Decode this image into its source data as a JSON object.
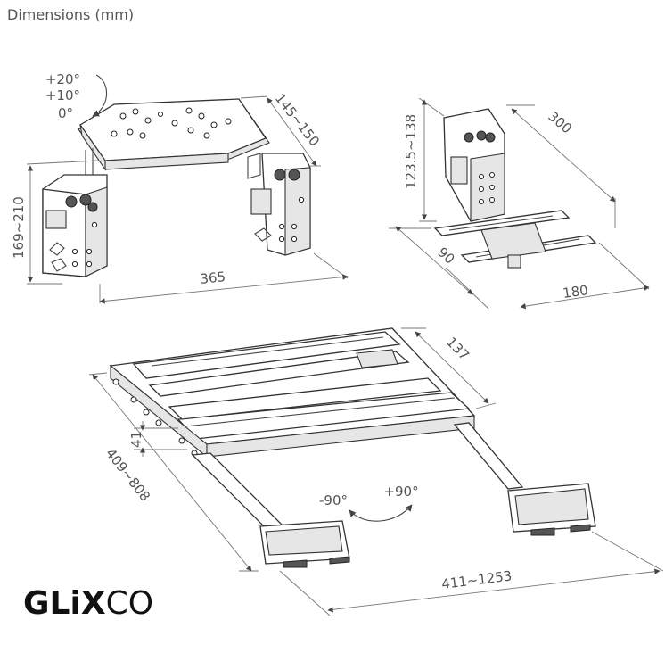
{
  "title": "Dimensions (mm)",
  "brand": {
    "logo_text": "GLiXCO",
    "logo_dark": "GLiX",
    "logo_light": "CO"
  },
  "top_left": {
    "tilt_labels": [
      "+20°",
      "+10°",
      "0°"
    ],
    "depth": "145~150",
    "height": "169~210",
    "width": "365"
  },
  "top_right": {
    "height": "123.5~138",
    "depth": "300",
    "side": "90",
    "width": "180"
  },
  "bottom": {
    "offset": "137",
    "height": "41",
    "depth": "409~808",
    "rotation_neg": "-90°",
    "rotation_pos": "+90°",
    "width": "411~1253"
  },
  "colors": {
    "line": "#444444",
    "text": "#555555",
    "logo": "#111111"
  }
}
